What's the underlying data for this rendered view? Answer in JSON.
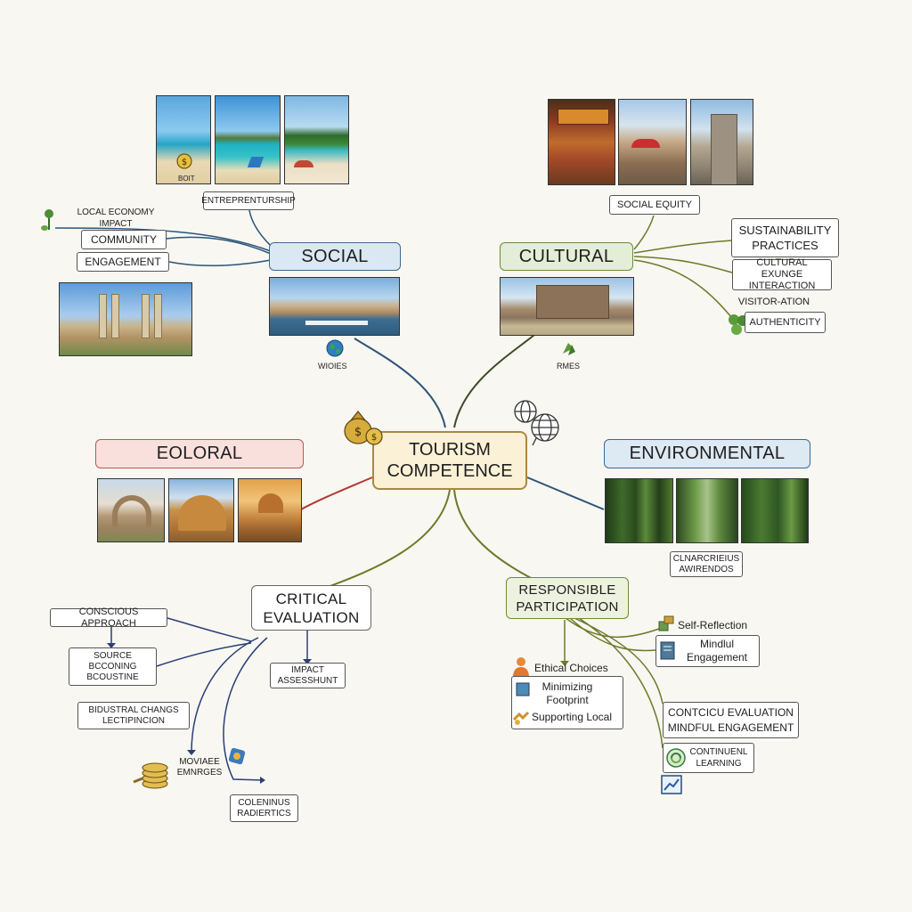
{
  "center": {
    "line1": "TOURISM",
    "line2": "COMPETENCE"
  },
  "categories": {
    "social": "SOCIAL",
    "cultural": "CULTURAL",
    "ecological": "EOLORAL",
    "environmental": "ENVIRONMENTAL",
    "critical_line1": "CRITICAL",
    "critical_line2": "EVALUATION",
    "responsible_line1": "RESPONSIBLE",
    "responsible_line2": "PARTICIPATION"
  },
  "social": {
    "coin_caption": "BOIT",
    "entrepreneurship": "ENTREPRENTURSHIP",
    "local_economy": "LOCAL ECONOMY IMPACT",
    "community": "COMMUNITY",
    "engagement": "ENGAGEMENT",
    "globe_caption": "WIOIES"
  },
  "cultural": {
    "social_equity": "SOCIAL EQUITY",
    "sustainability_line1": "SUSTAINABILITY",
    "sustainability_line2": "PRACTICES",
    "exchange_line1": "CULTURAL EXUNGE",
    "exchange_line2": "INTERACTION",
    "visitor": "VISITOR-ATION",
    "authenticity": "AUTHENTICITY",
    "leaf_caption": "RMES"
  },
  "environmental": {
    "awareness_line1": "CLNARCRIEIUS",
    "awareness_line2": "AWIRENDOS"
  },
  "critical": {
    "conscious": "CONSCIOUS APPROACH",
    "source_line1": "SOURCE",
    "source_line2": "BCCONING",
    "source_line3": "BCOUSTINE",
    "impact_line1": "IMPACT",
    "impact_line2": "ASSESSHUNT",
    "bidustal_line1": "BIDUSTRAL CHANGS",
    "bidustal_line2": "LECTIPINCION",
    "moviae_line1": "MOVIAEE",
    "moviae_line2": "EMNRGES",
    "colenn_line1": "COLENINUS",
    "colenn_line2": "RADIERTICS"
  },
  "responsible": {
    "self_reflection": "Self-Reflection",
    "mindful_line1": "Mindlul",
    "mindful_line2": "Engagement",
    "ethical": "Ethical Choices",
    "minimizing_line1": "Minimizing",
    "minimizing_line2": "Footprint",
    "supporting": "Supporting Local",
    "contcle_line1": "CONTCICU EVALUATION",
    "contcle_line2": "MINDFUL ENGAGEMENT",
    "continuel_line1": "CONTINUENL",
    "continuel_line2": "LEARNING"
  },
  "colors": {
    "center_fill": "#fbf1d6",
    "social_fill": "#d9e8f3",
    "cultural_fill": "#e4eed6",
    "ecological_fill": "#f9e0dd",
    "environmental_fill": "#dde9f3",
    "blue_link": "#2c5478",
    "olive_link": "#6c7a28",
    "dark_link": "#3e4a24",
    "red_link": "#b23a34",
    "navy_link": "#2a3f75"
  }
}
